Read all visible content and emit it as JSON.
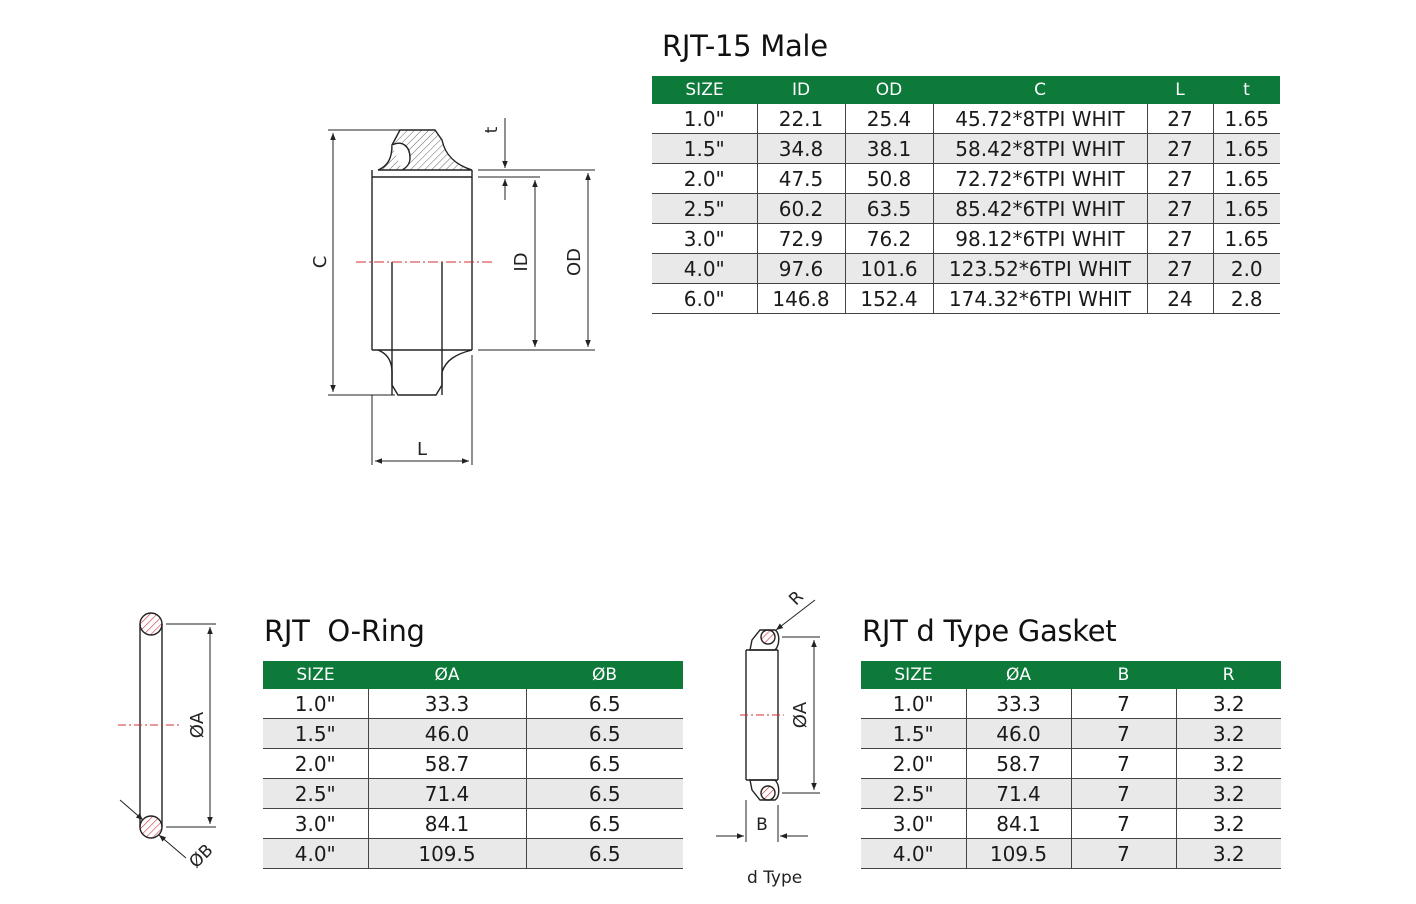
{
  "male": {
    "title": "RJT-15 Male",
    "headers": [
      "SIZE",
      "ID",
      "OD",
      "C",
      "L",
      "t"
    ],
    "rows": [
      [
        "1.0\"",
        "22.1",
        "25.4",
        "45.72*8TPI WHIT",
        "27",
        "1.65"
      ],
      [
        "1.5\"",
        "34.8",
        "38.1",
        "58.42*8TPI WHIT",
        "27",
        "1.65"
      ],
      [
        "2.0\"",
        "47.5",
        "50.8",
        "72.72*6TPI WHIT",
        "27",
        "1.65"
      ],
      [
        "2.5\"",
        "60.2",
        "63.5",
        "85.42*6TPI WHIT",
        "27",
        "1.65"
      ],
      [
        "3.0\"",
        "72.9",
        "76.2",
        "98.12*6TPI WHIT",
        "27",
        "1.65"
      ],
      [
        "4.0\"",
        "97.6",
        "101.6",
        "123.52*6TPI WHIT",
        "27",
        "2.0"
      ],
      [
        "6.0\"",
        "146.8",
        "152.4",
        "174.32*6TPI WHIT",
        "24",
        "2.8"
      ]
    ]
  },
  "oring": {
    "title": "RJT  O-Ring",
    "headers": [
      "SIZE",
      "ØA",
      "ØB"
    ],
    "rows": [
      [
        "1.0\"",
        "33.3",
        "6.5"
      ],
      [
        "1.5\"",
        "46.0",
        "6.5"
      ],
      [
        "2.0\"",
        "58.7",
        "6.5"
      ],
      [
        "2.5\"",
        "71.4",
        "6.5"
      ],
      [
        "3.0\"",
        "84.1",
        "6.5"
      ],
      [
        "4.0\"",
        "109.5",
        "6.5"
      ]
    ]
  },
  "gasket": {
    "title": "RJT d Type Gasket",
    "headers": [
      "SIZE",
      "ØA",
      "B",
      "R"
    ],
    "rows": [
      [
        "1.0\"",
        "33.3",
        "7",
        "3.2"
      ],
      [
        "1.5\"",
        "46.0",
        "7",
        "3.2"
      ],
      [
        "2.0\"",
        "58.7",
        "7",
        "3.2"
      ],
      [
        "2.5\"",
        "71.4",
        "7",
        "3.2"
      ],
      [
        "3.0\"",
        "84.1",
        "7",
        "3.2"
      ],
      [
        "4.0\"",
        "109.5",
        "7",
        "3.2"
      ]
    ],
    "caption": "d Type"
  },
  "drawing_labels": {
    "male": {
      "t": "t",
      "c": "C",
      "id": "ID",
      "od": "OD",
      "l": "L"
    },
    "oring": {
      "a": "ØA",
      "b": "ØB"
    },
    "gasket": {
      "r": "R",
      "a": "ØA",
      "b": "B"
    }
  },
  "colors": {
    "header_bg": "#0d7a3a",
    "header_text": "#ffffff",
    "alt_row": "#e9e9e9",
    "hatch": "#d0303a",
    "centerline": "#d0303a"
  }
}
